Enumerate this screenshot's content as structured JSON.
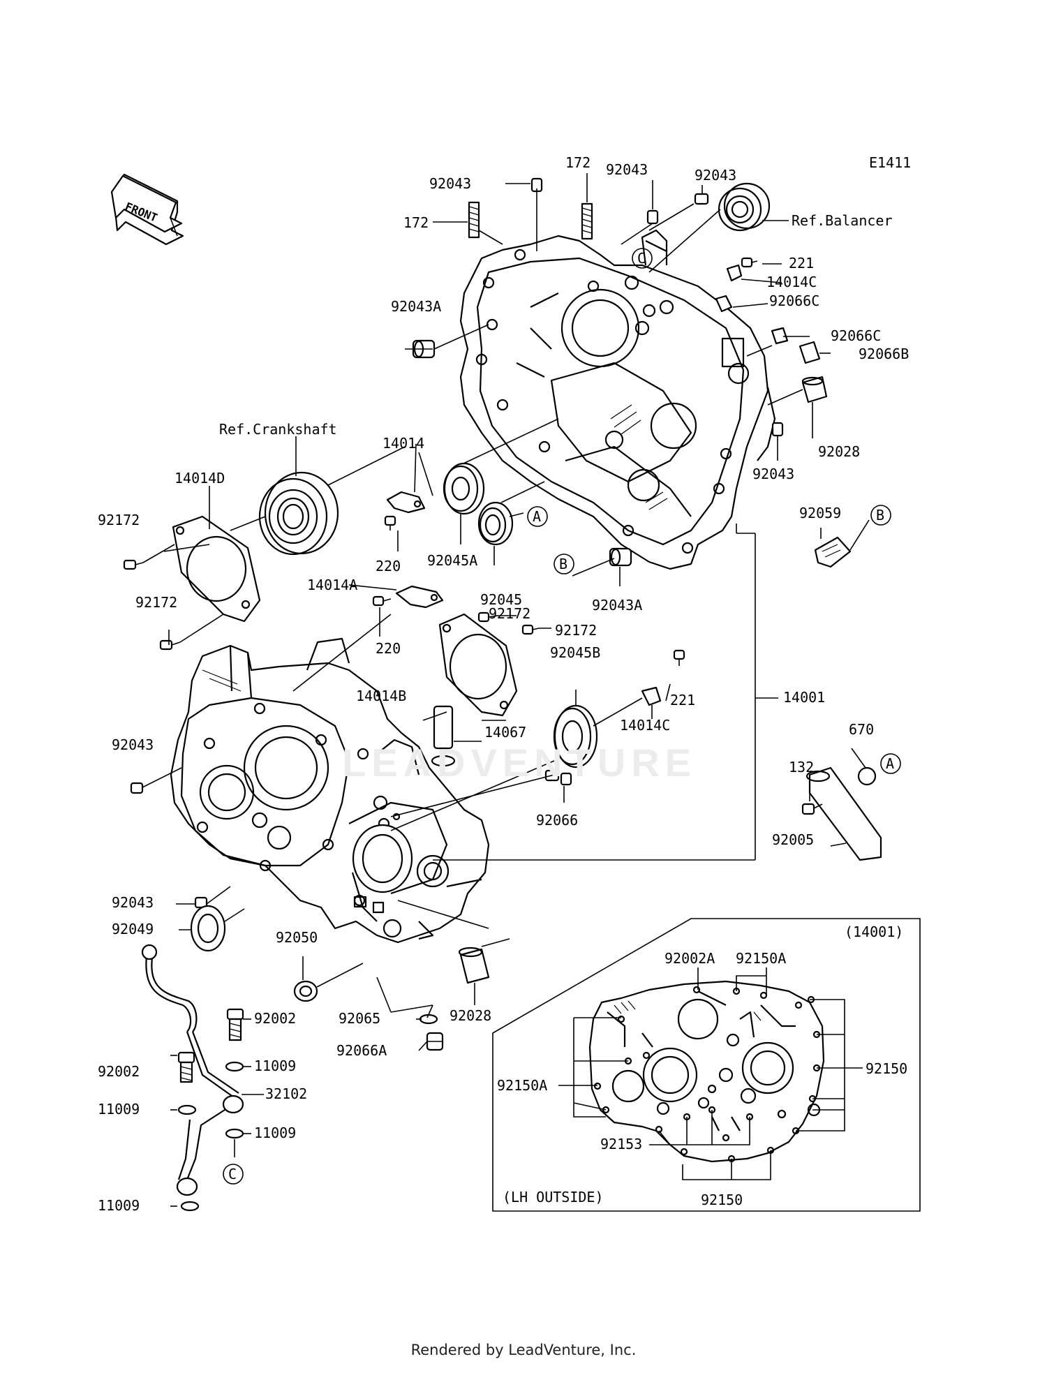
{
  "diagram_id": "E1411",
  "front_label": "FRONT",
  "ref_labels": {
    "balancer": "Ref.Balancer",
    "crankshaft": "Ref.Crankshaft"
  },
  "inset": {
    "title": "(14001)",
    "caption": "(LH OUTSIDE)"
  },
  "callout_letters": [
    "A",
    "B",
    "C"
  ],
  "watermark": "LEADVENTURE",
  "footer": "Rendered by LeadVenture, Inc.",
  "part_labels": [
    "92043",
    "172",
    "92043",
    "92043",
    "172",
    "221",
    "14014C",
    "92066C",
    "92043A",
    "92066C",
    "92066B",
    "92028",
    "92043",
    "Ref.Crankshaft",
    "14014",
    "14014D",
    "92172",
    "220",
    "92045A",
    "92059",
    "92172",
    "14014A",
    "92045",
    "92043A",
    "92172",
    "220",
    "92172",
    "92045B",
    "14014B",
    "221",
    "14014C",
    "14001",
    "14067",
    "92043",
    "670",
    "132",
    "92066",
    "92005",
    "92043",
    "92049",
    "92050",
    "92065",
    "92028",
    "92066A",
    "92002",
    "11009",
    "32102",
    "92002",
    "11009",
    "11009",
    "11009",
    "92002A",
    "92150A",
    "92150",
    "92150A",
    "92153",
    "92150"
  ]
}
